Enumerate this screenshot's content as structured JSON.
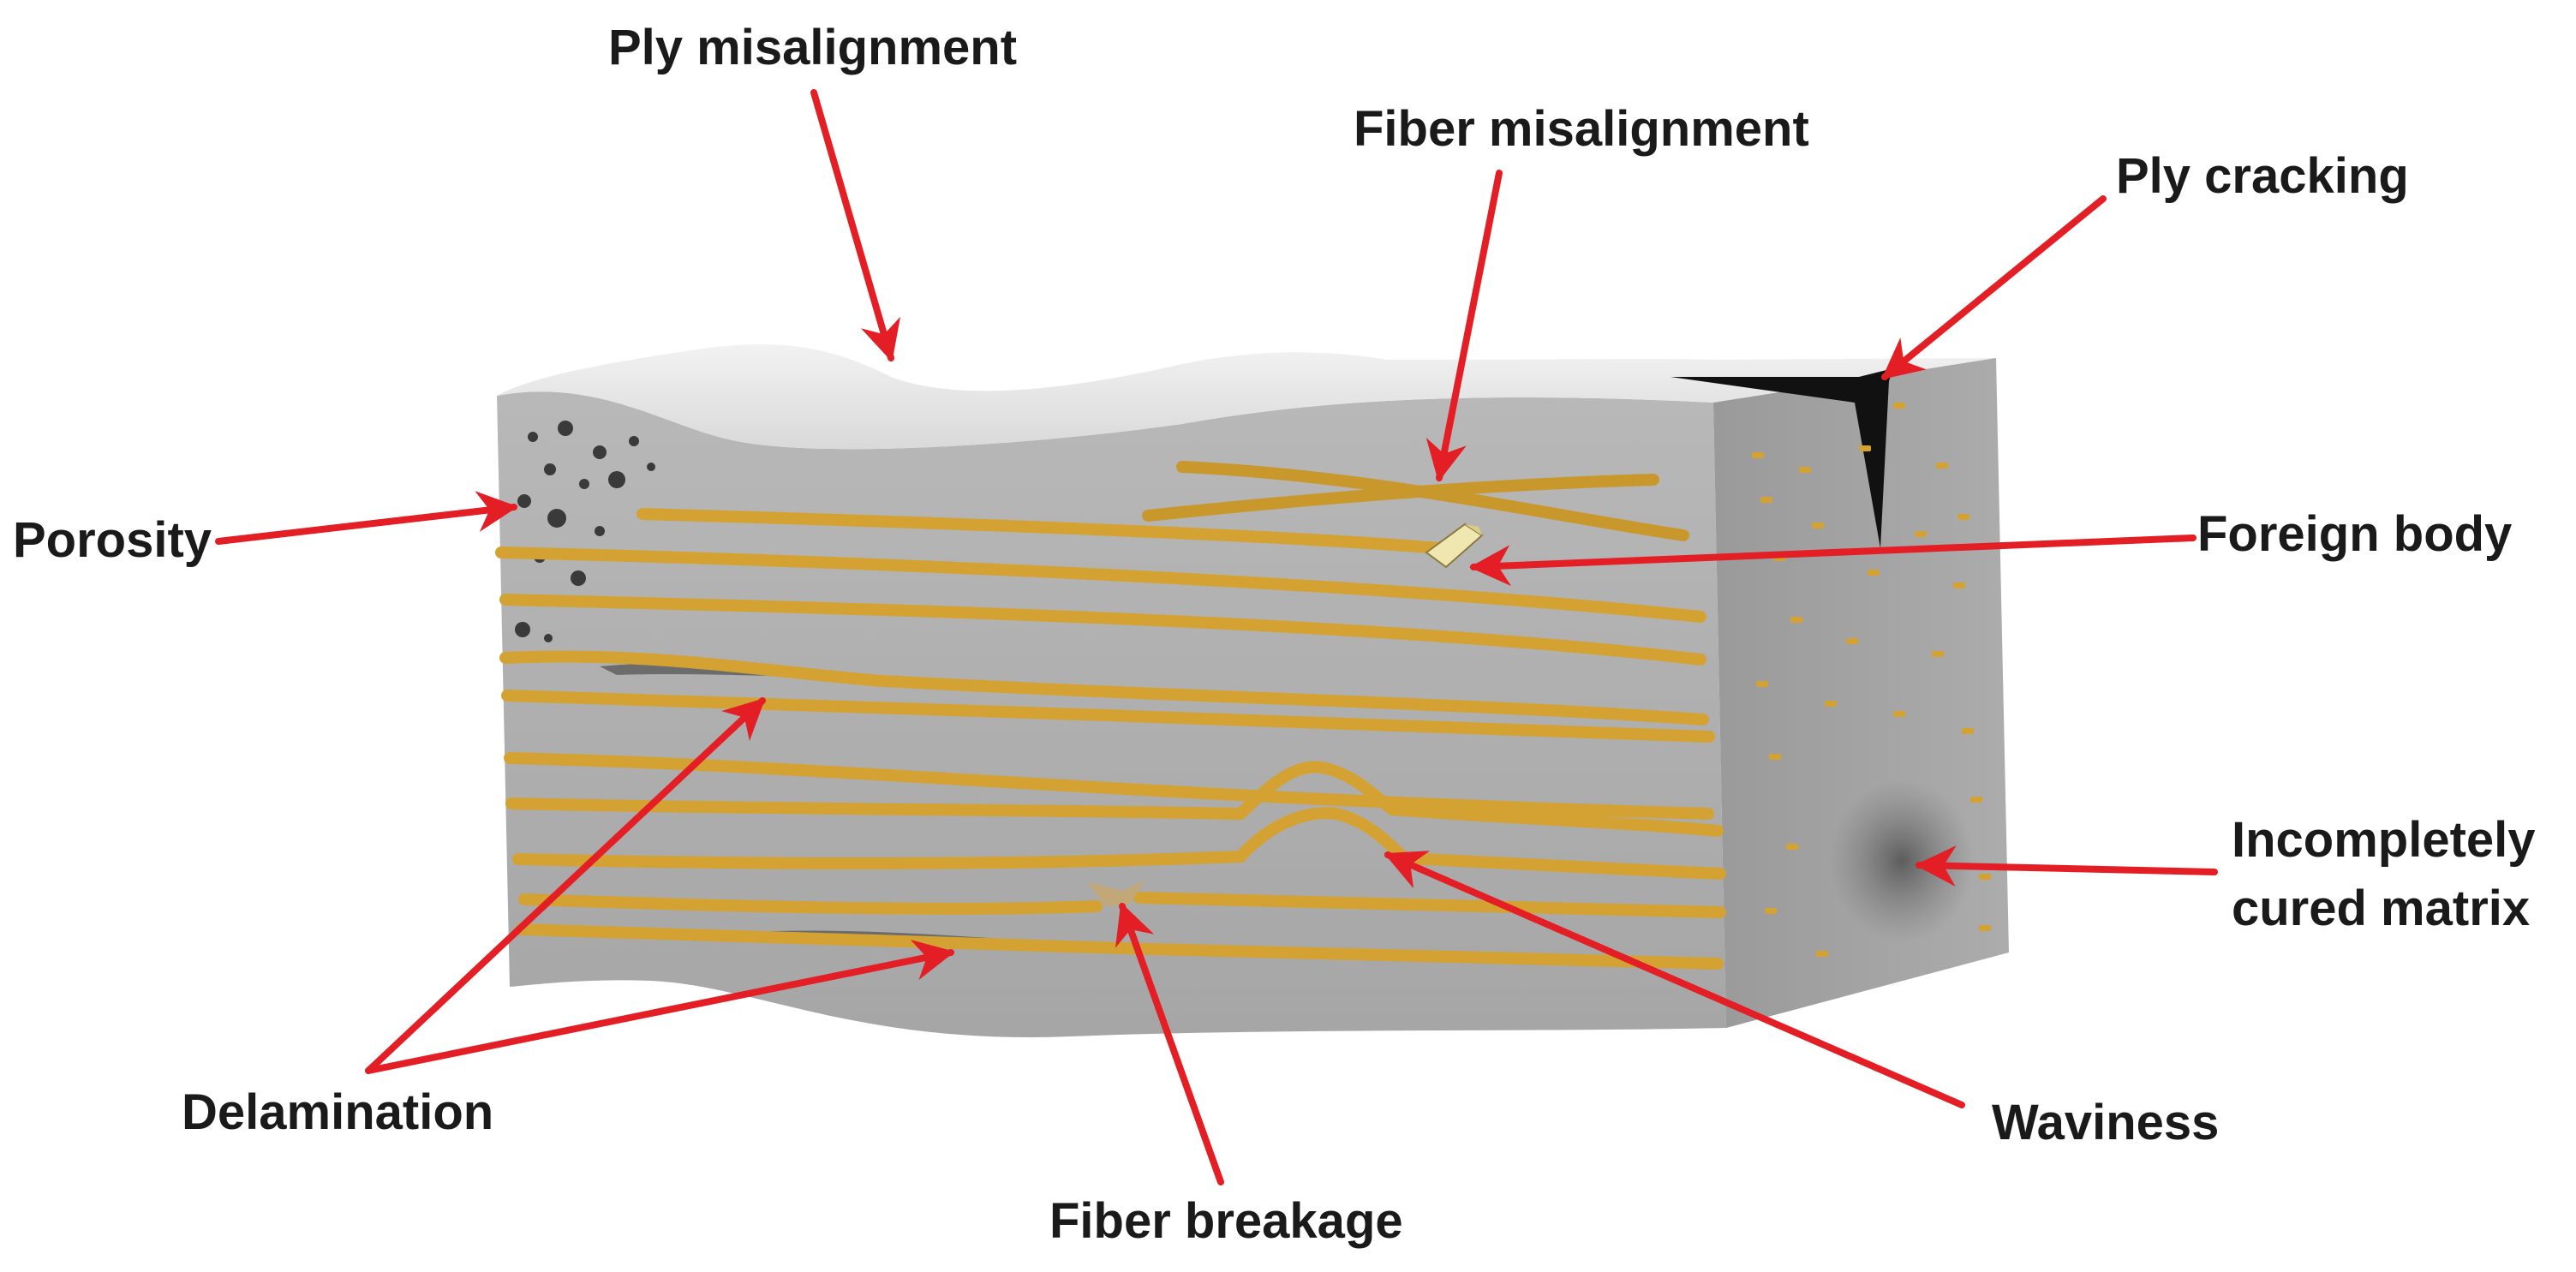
{
  "labels": {
    "ply_misalignment": "Ply misalignment",
    "fiber_misalignment": "Fiber misalignment",
    "ply_cracking": "Ply cracking",
    "porosity": "Porosity",
    "foreign_body": "Foreign body",
    "incompletely_cured_line1": "Incompletely",
    "incompletely_cured_line2": "cured matrix",
    "delamination": "Delamination",
    "fiber_breakage": "Fiber breakage",
    "waviness": "Waviness"
  },
  "colors": {
    "arrow": "#e31e24",
    "fiber": "#d4a232",
    "block_front": "#aeaeae",
    "block_side": "#a2a2a2",
    "block_top": "#e4e4e4",
    "text": "#1a1a1a"
  }
}
